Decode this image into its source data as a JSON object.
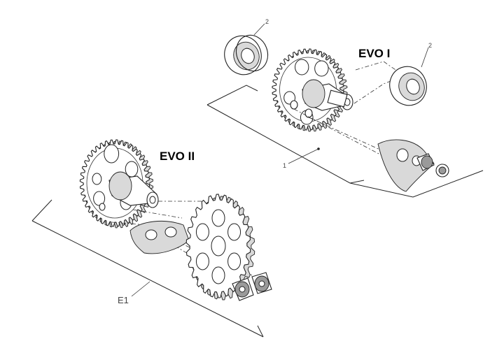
{
  "labels": {
    "evo1": "EVO I",
    "evo2": "EVO II",
    "callout_bearing_left": "2",
    "callout_bearing_right": "2",
    "callout_assembly_evo1": "1",
    "callout_assembly_evo2": "E1"
  }
}
